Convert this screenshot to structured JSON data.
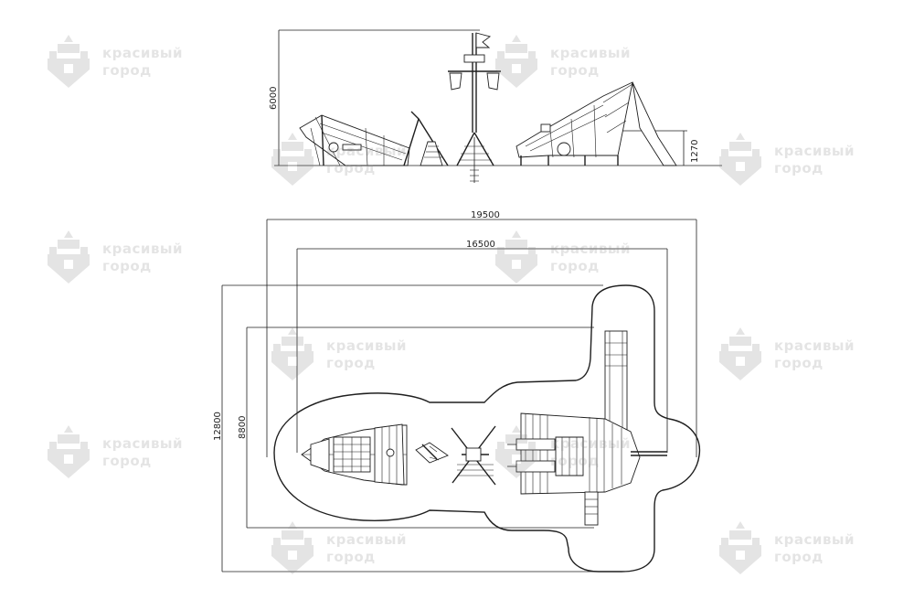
{
  "watermark": {
    "line1": "красивый",
    "line2": "город"
  },
  "dimensions": {
    "height_total": "6000",
    "height_platform": "1270",
    "width_total": "19500",
    "width_inner": "16500",
    "depth_total": "12800",
    "depth_inner": "8800"
  },
  "colors": {
    "line": "#1f1f1f",
    "watermark": "#8a8a8a"
  }
}
